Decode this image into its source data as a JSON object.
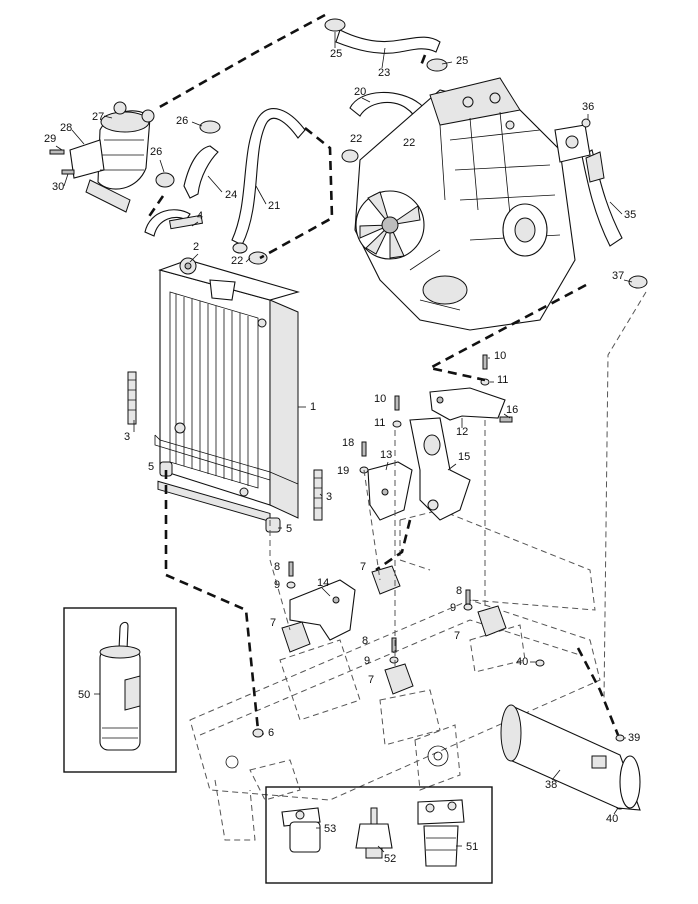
{
  "callouts": [
    {
      "id": "c25a",
      "text": "25"
    },
    {
      "id": "c25b",
      "text": "25"
    },
    {
      "id": "c23",
      "text": "23"
    },
    {
      "id": "c20",
      "text": "20"
    },
    {
      "id": "c36",
      "text": "36"
    },
    {
      "id": "c27",
      "text": "27"
    },
    {
      "id": "c26a",
      "text": "26"
    },
    {
      "id": "c22a",
      "text": "22"
    },
    {
      "id": "c22b",
      "text": "22"
    },
    {
      "id": "c28",
      "text": "28"
    },
    {
      "id": "c29",
      "text": "29"
    },
    {
      "id": "c30",
      "text": "30"
    },
    {
      "id": "c26b",
      "text": "26"
    },
    {
      "id": "c24",
      "text": "24"
    },
    {
      "id": "c21",
      "text": "21"
    },
    {
      "id": "c35",
      "text": "35"
    },
    {
      "id": "c4",
      "text": "4"
    },
    {
      "id": "c2",
      "text": "2"
    },
    {
      "id": "c22c",
      "text": "22"
    },
    {
      "id": "c37",
      "text": "37"
    },
    {
      "id": "c1",
      "text": "1"
    },
    {
      "id": "c10a",
      "text": "10"
    },
    {
      "id": "c11a",
      "text": "11"
    },
    {
      "id": "c10b",
      "text": "10"
    },
    {
      "id": "c16",
      "text": "16"
    },
    {
      "id": "c11b",
      "text": "11"
    },
    {
      "id": "c12",
      "text": "12"
    },
    {
      "id": "c3a",
      "text": "3"
    },
    {
      "id": "c18",
      "text": "18"
    },
    {
      "id": "c13",
      "text": "13"
    },
    {
      "id": "c15",
      "text": "15"
    },
    {
      "id": "c19",
      "text": "19"
    },
    {
      "id": "c5a",
      "text": "5"
    },
    {
      "id": "c3b",
      "text": "3"
    },
    {
      "id": "c5b",
      "text": "5"
    },
    {
      "id": "c8a",
      "text": "8"
    },
    {
      "id": "c7a",
      "text": "7"
    },
    {
      "id": "c9a",
      "text": "9"
    },
    {
      "id": "c14",
      "text": "14"
    },
    {
      "id": "c8b",
      "text": "8"
    },
    {
      "id": "c9b",
      "text": "9"
    },
    {
      "id": "c7b",
      "text": "7"
    },
    {
      "id": "c7c",
      "text": "7"
    },
    {
      "id": "c8c",
      "text": "8"
    },
    {
      "id": "c9c",
      "text": "9"
    },
    {
      "id": "c7d",
      "text": "7"
    },
    {
      "id": "c40",
      "text": "40"
    },
    {
      "id": "c50",
      "text": "50"
    },
    {
      "id": "c6",
      "text": "6"
    },
    {
      "id": "c39",
      "text": "39"
    },
    {
      "id": "c38",
      "text": "38"
    },
    {
      "id": "c53",
      "text": "53"
    },
    {
      "id": "c52",
      "text": "52"
    },
    {
      "id": "c51",
      "text": "51"
    },
    {
      "id": "c40b",
      "text": "40"
    }
  ]
}
